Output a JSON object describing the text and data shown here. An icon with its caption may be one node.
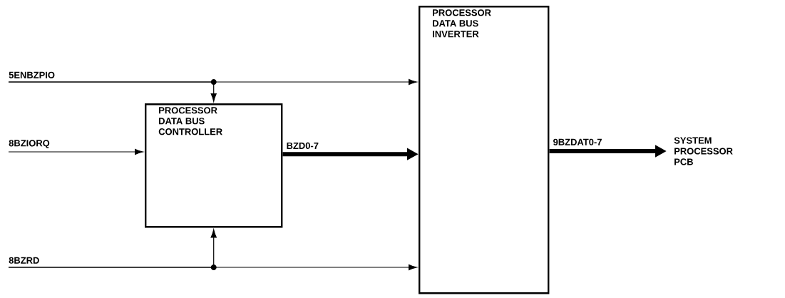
{
  "diagram": {
    "nodes": [
      {
        "text": [
          "5ENBZPIO"
        ]
      },
      {
        "text": [
          "PROCESSOR DATA BUS CONTROLLER"
        ]
      },
      {
        "text": [
          "PROCESSOR DATA BUS INVERTER"
        ]
      },
      {
        "text": [
          "8BZIORQ"
        ]
      },
      {
        "text": [
          "8BZRD"
        ]
      },
      {
        "text": [
          "SYSTEM PROCESSOR PCB"
        ]
      }
    ],
    "edges": [
      {
        "from": 0,
        "to": 2,
        "arrow": "to"
      },
      {
        "from": 0,
        "to": 1,
        "arrow": "to"
      },
      {
        "from": 3,
        "to": 1,
        "arrow": "to"
      },
      {
        "from": 4,
        "to": 2,
        "arrow": "to"
      },
      {
        "from": 4,
        "to": 1,
        "arrow": "to"
      },
      {
        "from": 1,
        "to": 2,
        "arrow": "to",
        "label": "BZD0-7",
        "style": "thick"
      },
      {
        "from": 2,
        "to": 5,
        "arrow": "to",
        "label": "9BZDAT0-7",
        "style": "thick"
      }
    ]
  }
}
